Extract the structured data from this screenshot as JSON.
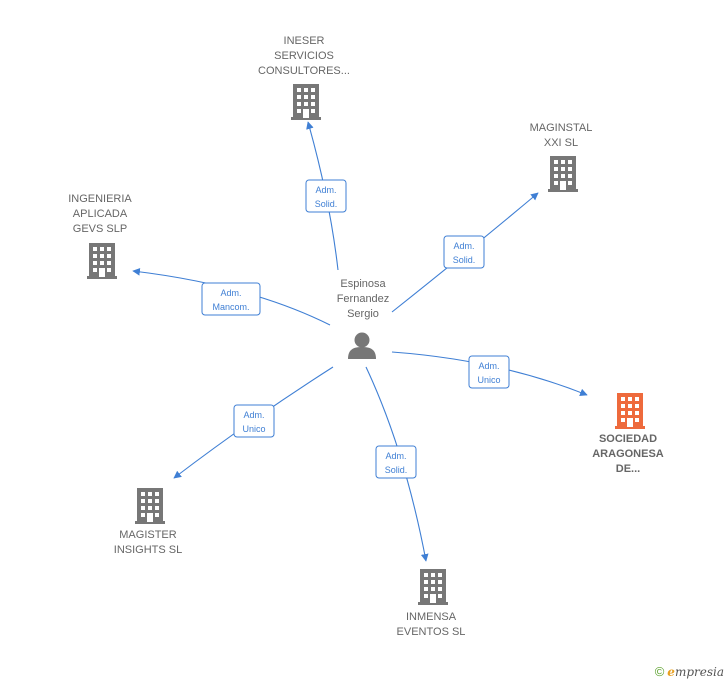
{
  "center": {
    "name_lines": [
      "Espinosa",
      "Fernandez",
      "Sergio"
    ],
    "icon": "person-icon"
  },
  "colors": {
    "edge": "#3f7fd4",
    "building": "#777777",
    "building_highlight": "#ee6a3c",
    "text": "#666666"
  },
  "companies": [
    {
      "id": "ineser",
      "lines": [
        "INESER",
        "SERVICIOS",
        "CONSULTORES..."
      ],
      "role_lines": [
        "Adm.",
        "Solid."
      ],
      "highlight": false,
      "icon": "building-icon"
    },
    {
      "id": "maginstal",
      "lines": [
        "MAGINSTAL",
        "XXI  SL"
      ],
      "role_lines": [
        "Adm.",
        "Solid."
      ],
      "highlight": false,
      "icon": "building-icon"
    },
    {
      "id": "ingenieria",
      "lines": [
        "INGENIERIA",
        "APLICADA",
        "GEVS SLP"
      ],
      "role_lines": [
        "Adm.",
        "Mancom."
      ],
      "highlight": false,
      "icon": "building-icon"
    },
    {
      "id": "sociedad",
      "lines": [
        "SOCIEDAD",
        "ARAGONESA",
        "DE..."
      ],
      "role_lines": [
        "Adm.",
        "Unico"
      ],
      "highlight": true,
      "icon": "building-icon"
    },
    {
      "id": "magister",
      "lines": [
        "MAGISTER",
        "INSIGHTS  SL"
      ],
      "role_lines": [
        "Adm.",
        "Unico"
      ],
      "highlight": false,
      "icon": "building-icon"
    },
    {
      "id": "inmensa",
      "lines": [
        "INMENSA",
        "EVENTOS  SL"
      ],
      "role_lines": [
        "Adm.",
        "Solid."
      ],
      "highlight": false,
      "icon": "building-icon"
    }
  ],
  "footer": {
    "copyright": "©",
    "brand_initial": "e",
    "brand_rest": "mpresia"
  }
}
